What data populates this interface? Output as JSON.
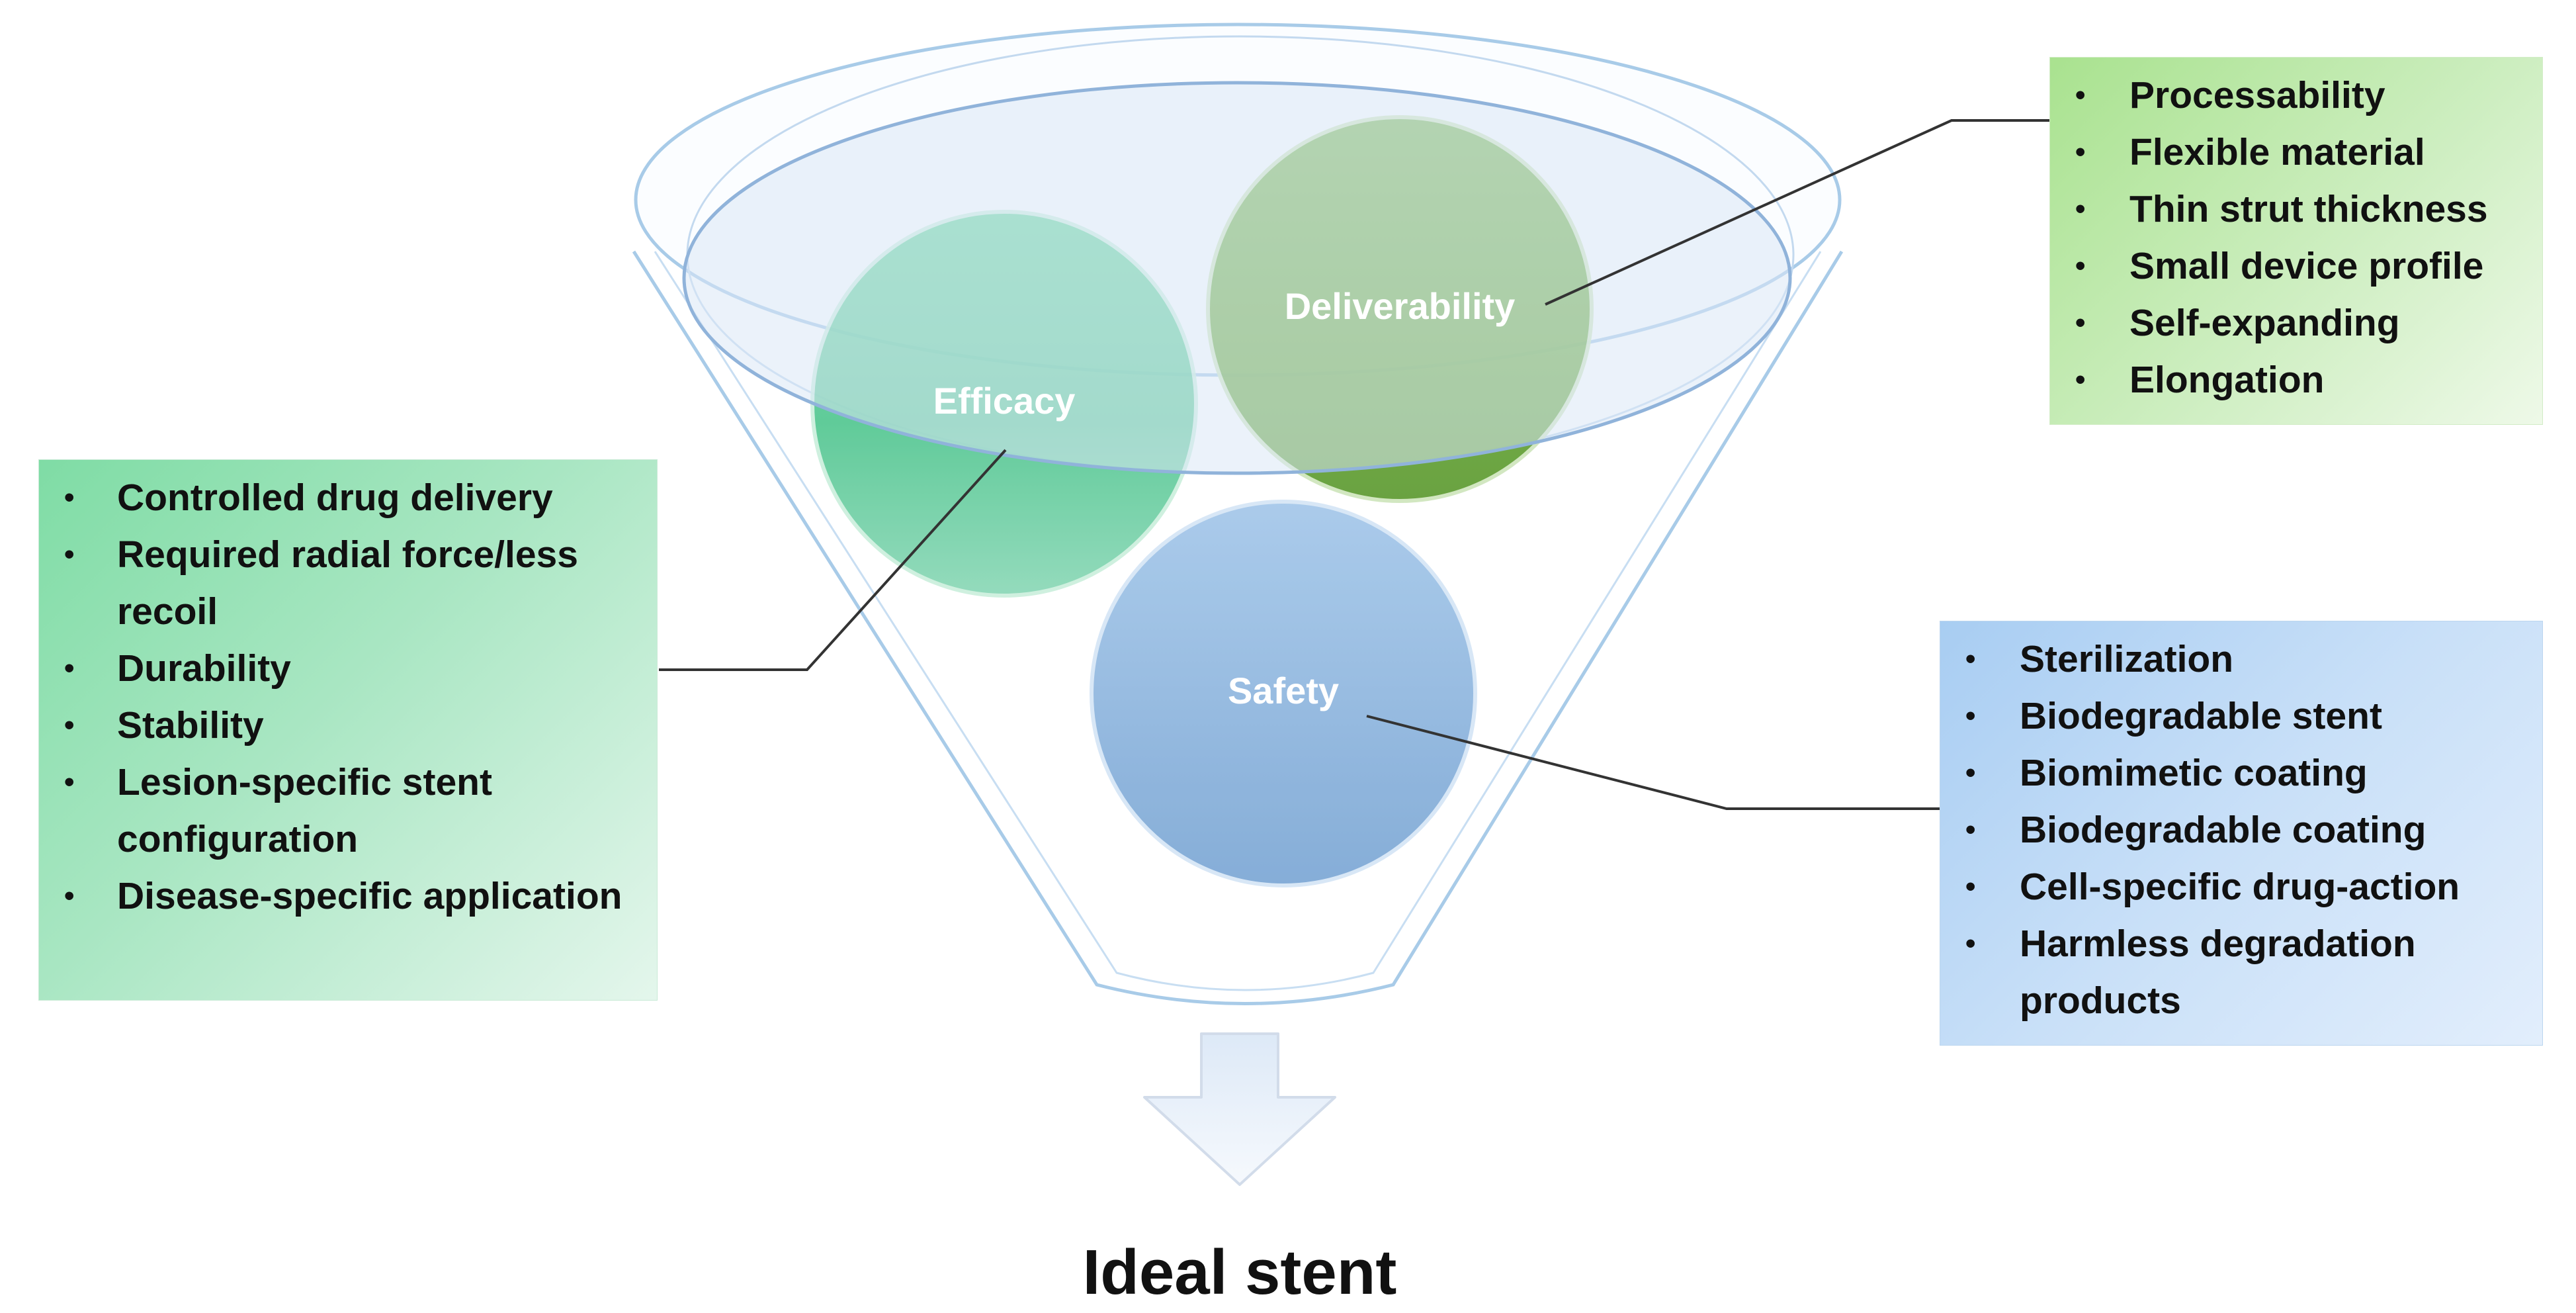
{
  "bubbles": {
    "efficacy": "Efficacy",
    "deliverability": "Deliverability",
    "safety": "Safety"
  },
  "efficacy_box": {
    "items": [
      "Controlled drug delivery",
      "Required radial force/less recoil",
      "Durability",
      "Stability",
      "Lesion-specific stent configuration",
      "Disease-specific application"
    ]
  },
  "deliverability_box": {
    "items": [
      "Processability",
      "Flexible material",
      "Thin strut thickness",
      "Small device profile",
      "Self-expanding",
      "Elongation"
    ]
  },
  "safety_box": {
    "items": [
      "Sterilization",
      "Biodegradable stent",
      "Biomimetic coating",
      "Biodegradable coating",
      "Cell-specific drug-action",
      "Harmless degradation products"
    ]
  },
  "result": "Ideal stent",
  "colors": {
    "efficacy": "#5cc992",
    "deliverability": "#6fae3e",
    "safety": "#9dc3e6",
    "funnel_outline": "#a8cbe8"
  },
  "icons": {
    "arrow": "down-arrow-icon",
    "bullet": "•"
  }
}
